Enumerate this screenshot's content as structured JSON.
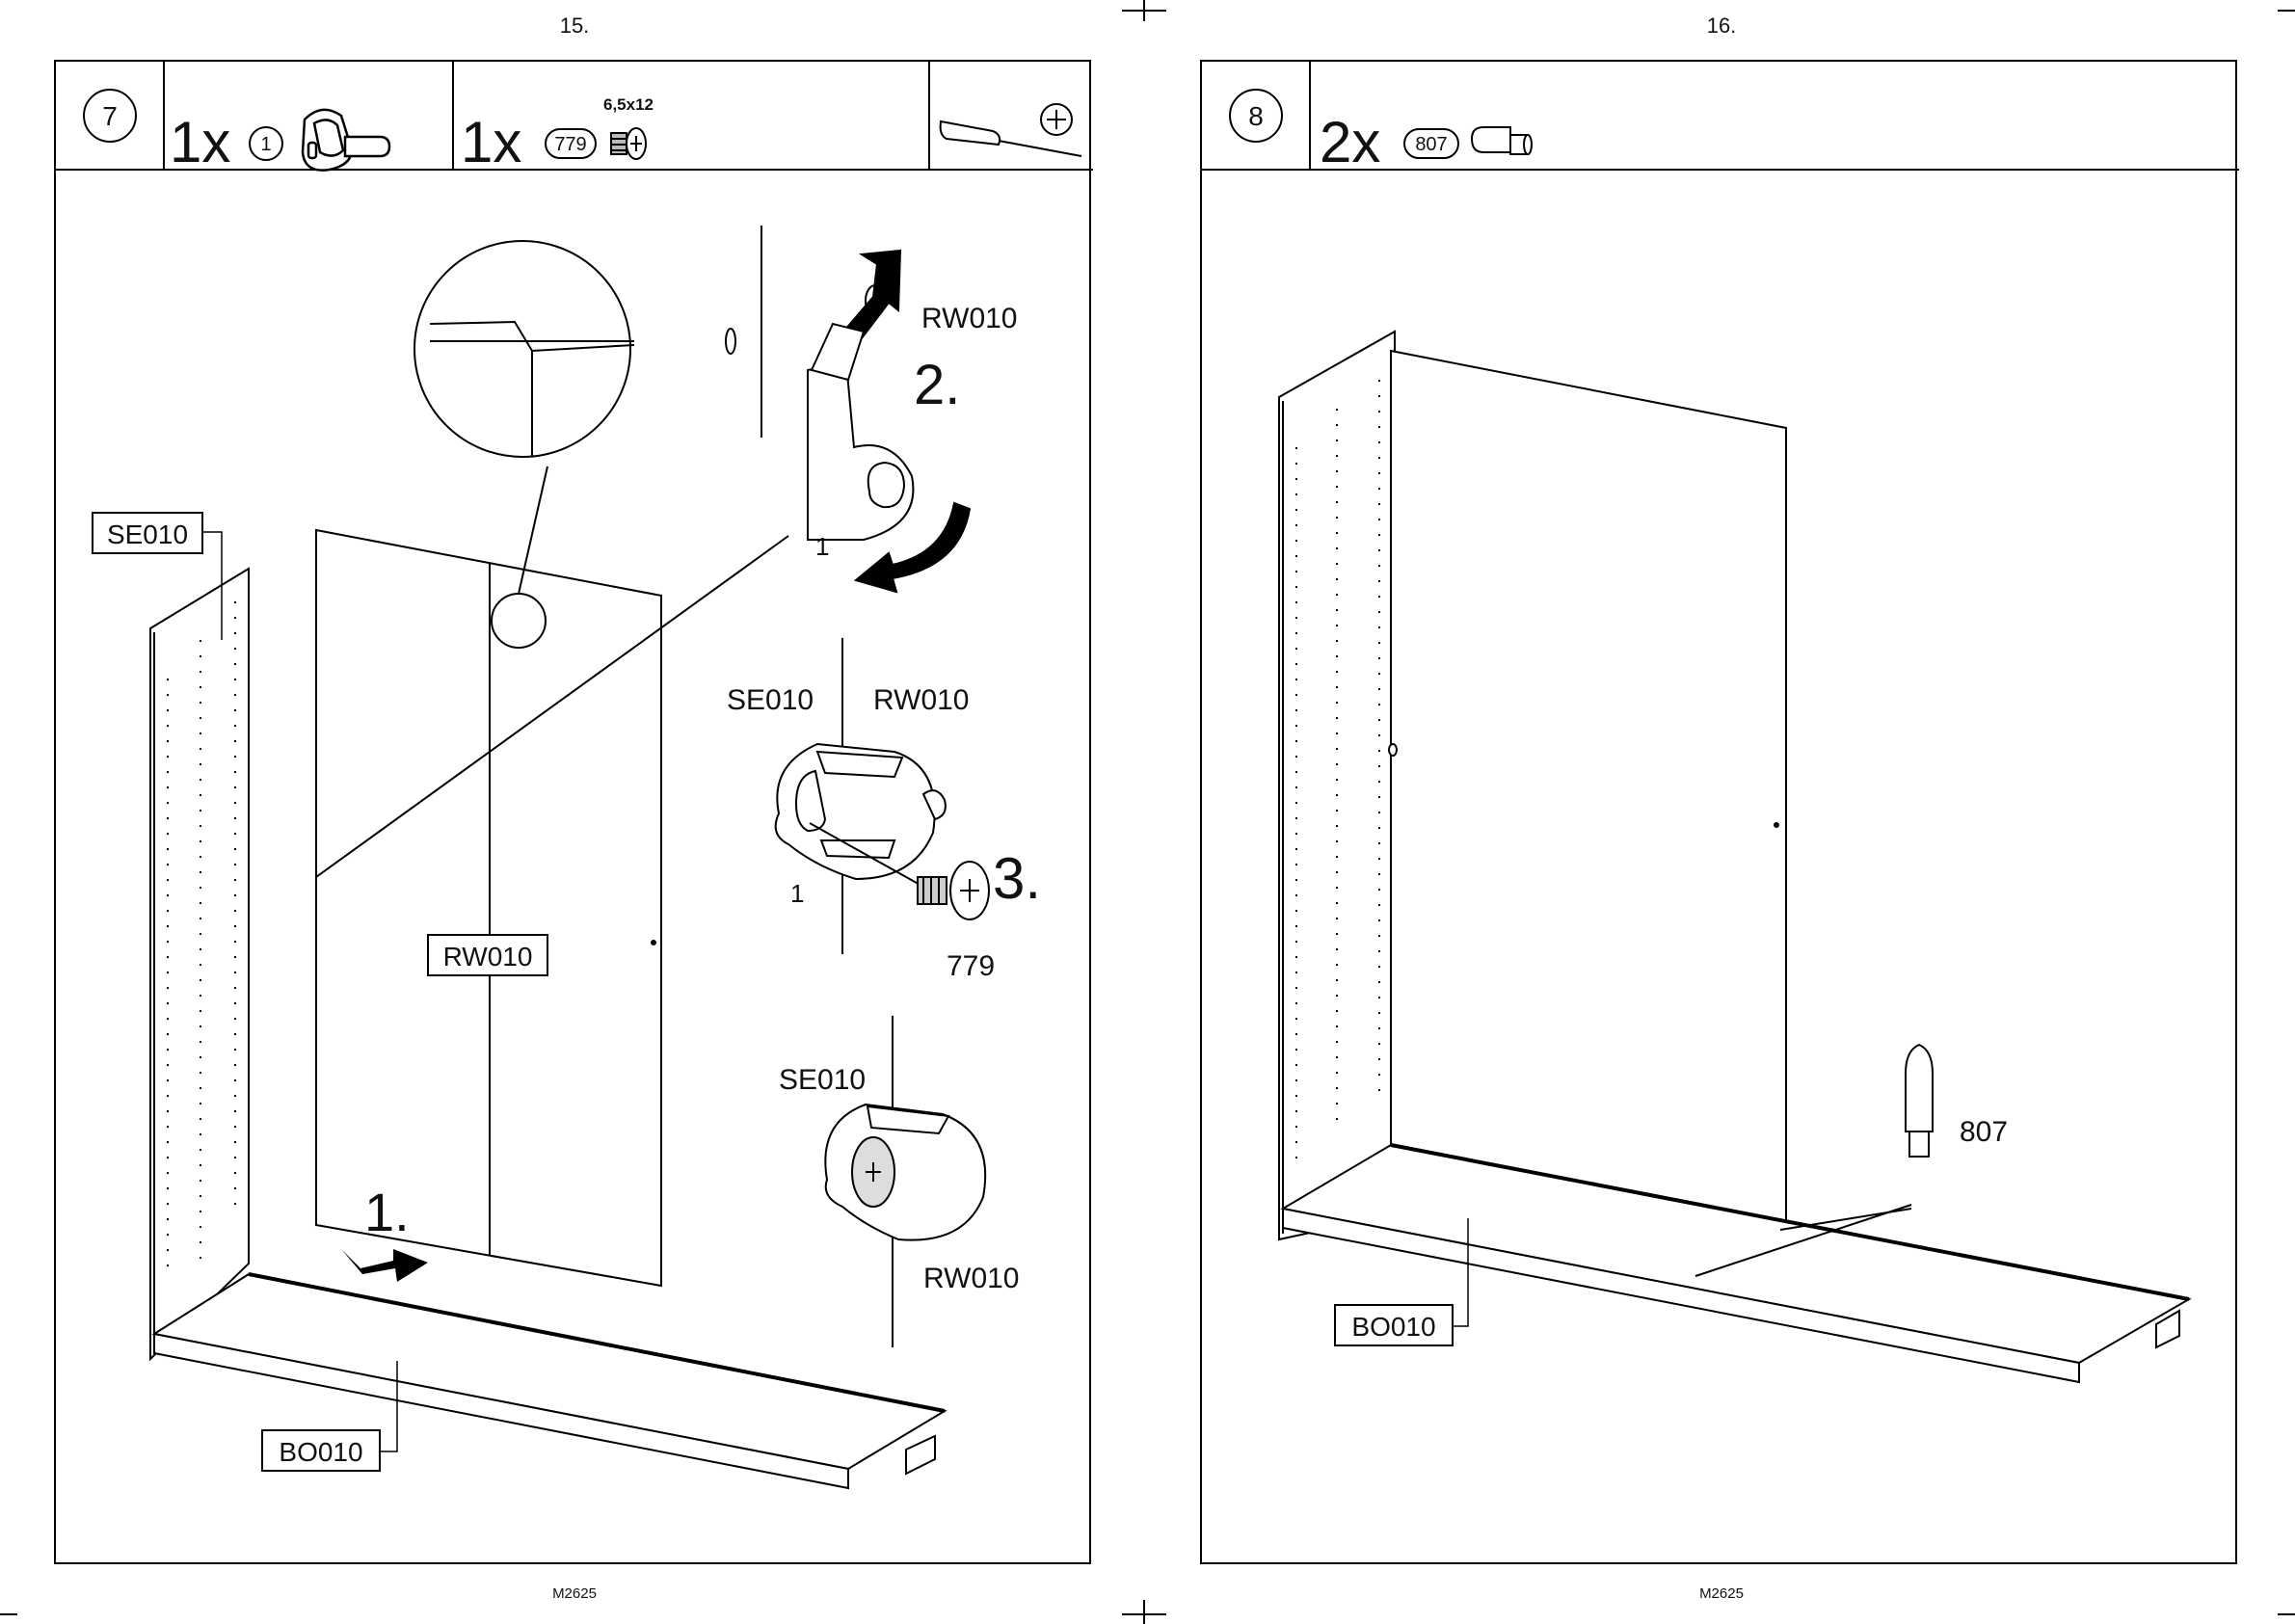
{
  "pages": [
    {
      "page_number": "15.",
      "footer": "M2625",
      "step": {
        "number": "7",
        "parts": [
          {
            "qty": "1x",
            "part_id": "1",
            "icon": "cam-lock-connector-icon"
          },
          {
            "qty": "1x",
            "part_id": "779",
            "size": "6,5x12",
            "icon": "screw-icon"
          }
        ],
        "tool_icon": "phillips-screwdriver-icon",
        "labels": {
          "side": "SE010",
          "back": "RW010",
          "bottom": "BO010",
          "step1": "1.",
          "step2": "2.",
          "step3": "3.",
          "detail2_back": "RW010",
          "detail2_part": "1",
          "detail3_side": "SE010",
          "detail3_back": "RW010",
          "detail3_part": "1",
          "detail3_screw": "779",
          "detail4_side": "SE010",
          "detail4_back": "RW010"
        }
      }
    },
    {
      "page_number": "16.",
      "footer": "M2625",
      "step": {
        "number": "8",
        "parts": [
          {
            "qty": "2x",
            "part_id": "807",
            "icon": "dowel-pin-icon"
          }
        ],
        "labels": {
          "bottom": "BO010",
          "pin": "807"
        }
      }
    }
  ]
}
